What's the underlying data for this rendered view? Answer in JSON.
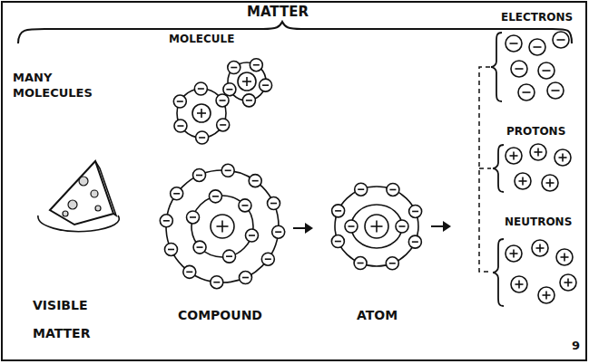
{
  "diagram": {
    "title": "MATTER",
    "labels": [
      "MANY MOLECULES",
      "MOLECULE",
      "ELECTRONS",
      "PROTONS",
      "NEUTRONS",
      "VISIBLE MATTER",
      "COMPOUND",
      "ATOM",
      "9"
    ]
  }
}
